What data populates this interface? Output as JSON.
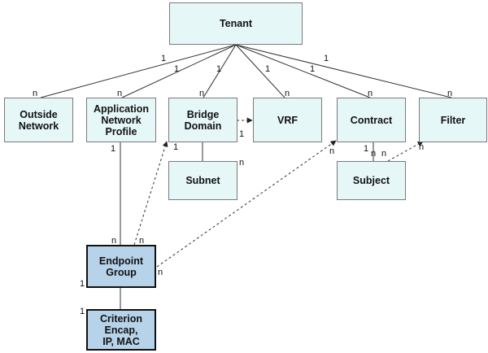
{
  "colors": {
    "box_fill": "#e6f7f8",
    "group_fill": "#b7d3ea",
    "line": "#333333"
  },
  "nodes": {
    "tenant": "Tenant",
    "outside_network": "Outside\nNetwork",
    "app_network_profile": "Application\nNetwork\nProfile",
    "bridge_domain": "Bridge\nDomain",
    "vrf": "VRF",
    "contract": "Contract",
    "filter": "Filter",
    "subnet": "Subnet",
    "subject": "Subject",
    "endpoint_group": "Endpoint\nGroup",
    "criterion": "Criterion\nEncap,\nIP, MAC"
  },
  "cardinality": {
    "one": "1",
    "many": "n"
  }
}
